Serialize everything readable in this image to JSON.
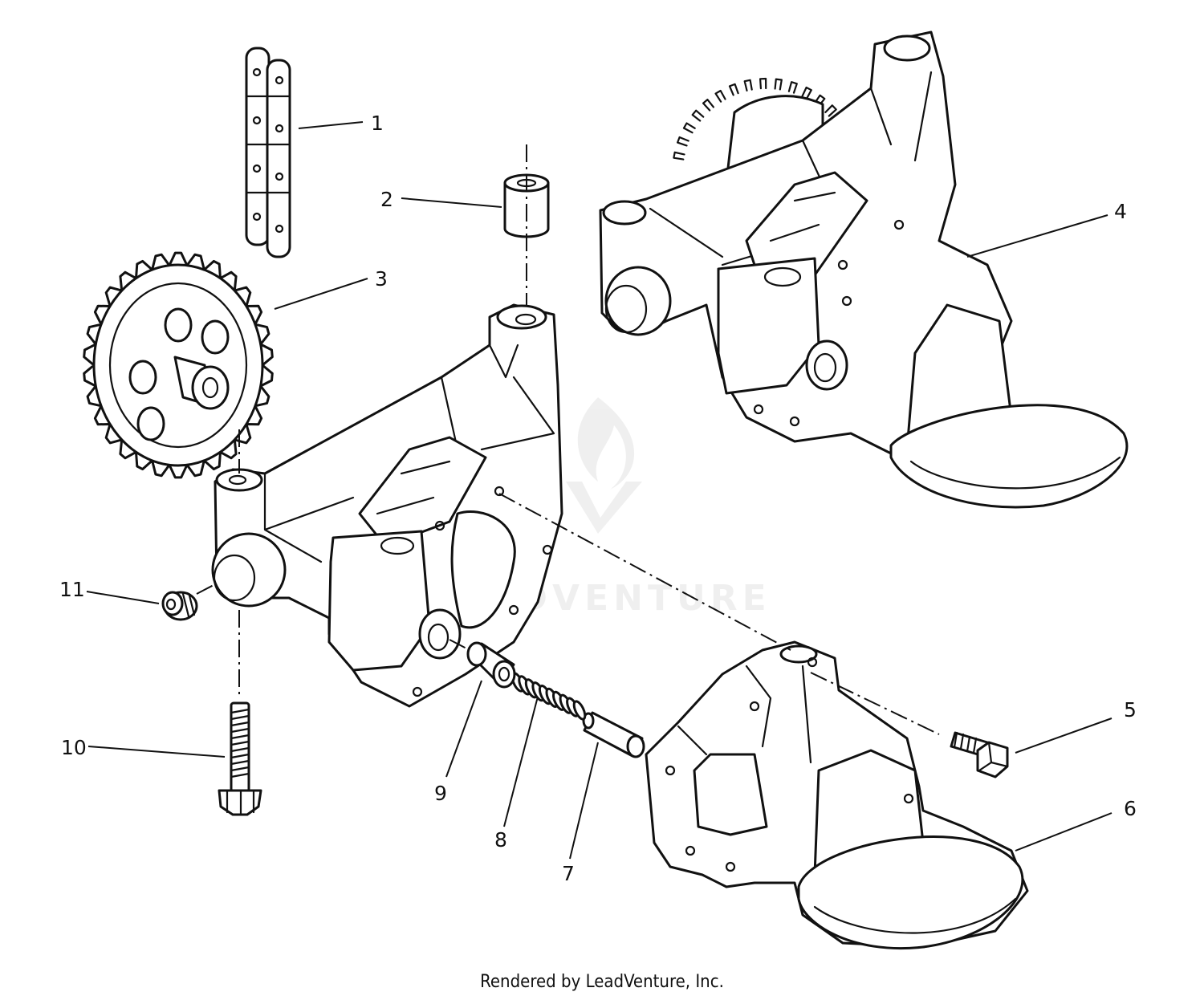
{
  "callouts": [
    {
      "id": "1",
      "label": "1"
    },
    {
      "id": "2",
      "label": "2"
    },
    {
      "id": "3",
      "label": "3"
    },
    {
      "id": "4",
      "label": "4"
    },
    {
      "id": "5",
      "label": "5"
    },
    {
      "id": "6",
      "label": "6"
    },
    {
      "id": "7",
      "label": "7"
    },
    {
      "id": "8",
      "label": "8"
    },
    {
      "id": "9",
      "label": "9"
    },
    {
      "id": "10",
      "label": "10"
    },
    {
      "id": "11",
      "label": "11"
    }
  ],
  "credit": "Rendered by LeadVenture, Inc.",
  "watermark": "LEADVENTURE",
  "colors": {
    "line": "#111111",
    "background": "#ffffff"
  }
}
